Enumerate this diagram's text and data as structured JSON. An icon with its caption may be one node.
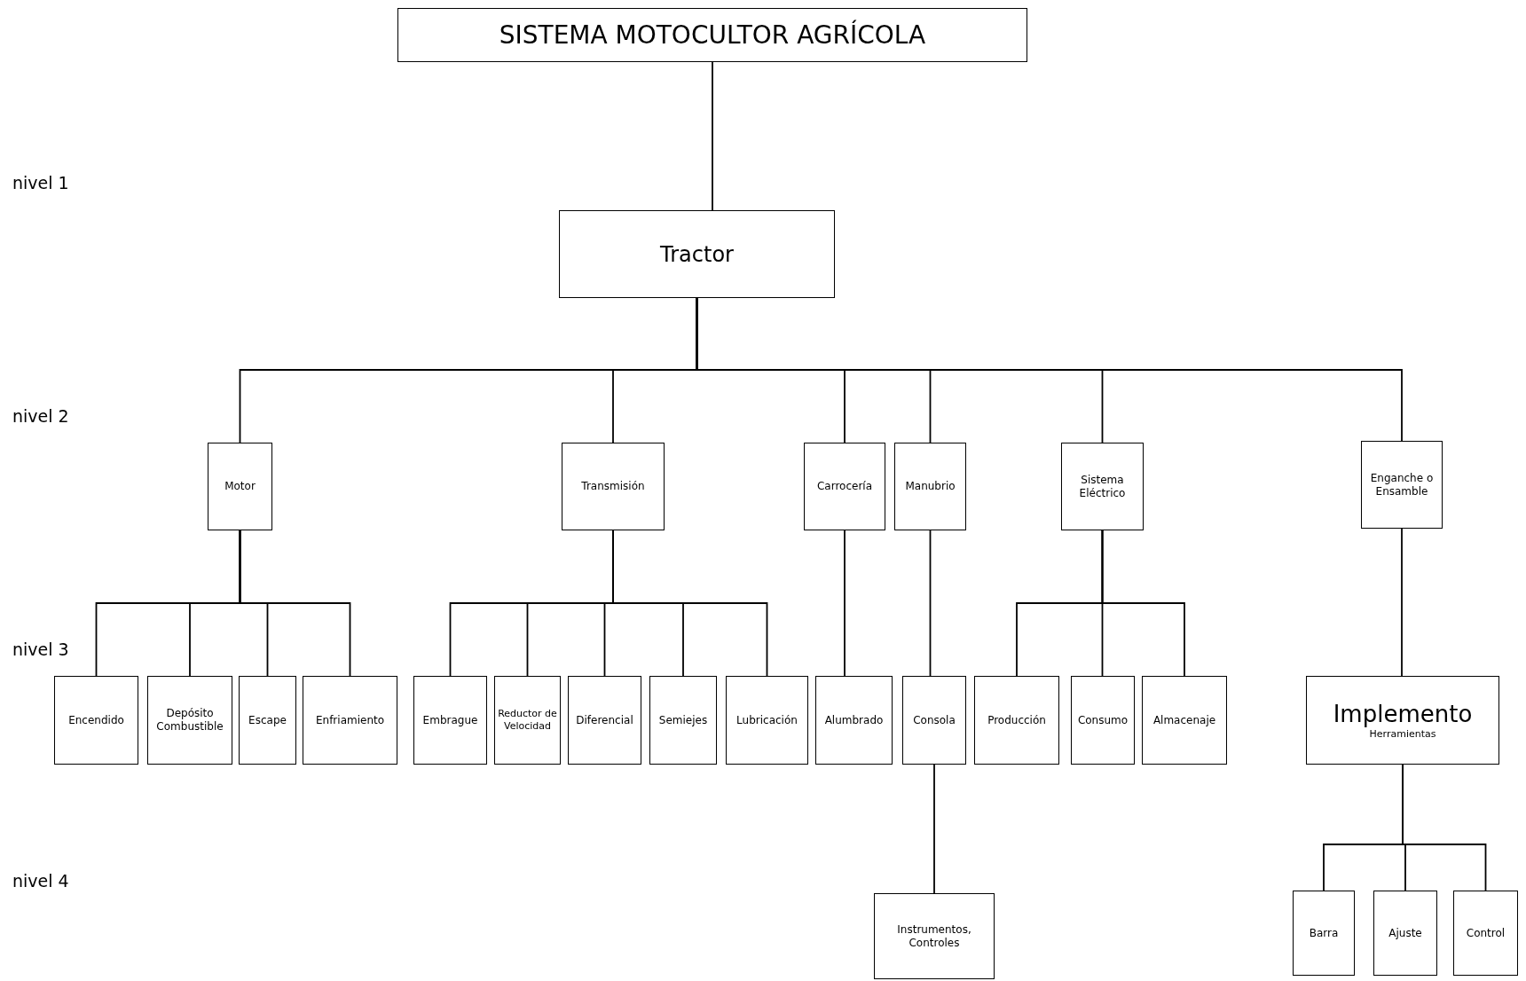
{
  "diagram": {
    "nodes": [
      {
        "text": [
          "SISTEMA MOTOCULTOR AGRÍCOLA"
        ]
      },
      {
        "text": [
          "Tractor"
        ]
      },
      {
        "text": [
          "Motor"
        ]
      },
      {
        "text": [
          "Transmisión"
        ]
      },
      {
        "text": [
          "Carrocería"
        ]
      },
      {
        "text": [
          "Manubrio"
        ]
      },
      {
        "text": [
          "Sistema Eléctrico"
        ]
      },
      {
        "text": [
          "Enganche o Ensamble"
        ]
      },
      {
        "text": [
          "Encendido"
        ]
      },
      {
        "text": [
          "Depósito Combustible"
        ]
      },
      {
        "text": [
          "Escape"
        ]
      },
      {
        "text": [
          "Enfriamiento"
        ]
      },
      {
        "text": [
          "Embrague"
        ]
      },
      {
        "text": [
          "Reductor de Velocidad"
        ]
      },
      {
        "text": [
          "Diferencial"
        ]
      },
      {
        "text": [
          "Semiejes"
        ]
      },
      {
        "text": [
          "Lubricación"
        ]
      },
      {
        "text": [
          "Alumbrado"
        ]
      },
      {
        "text": [
          "Consola"
        ]
      },
      {
        "text": [
          "Producción"
        ]
      },
      {
        "text": [
          "Consumo"
        ]
      },
      {
        "text": [
          "Almacenaje"
        ]
      },
      {
        "text": [
          "Implemento",
          "Herramientas"
        ]
      },
      {
        "text": [
          "Instrumentos, Controles"
        ]
      },
      {
        "text": [
          "Barra"
        ]
      },
      {
        "text": [
          "Ajuste"
        ]
      },
      {
        "text": [
          "Control"
        ]
      }
    ],
    "edges": [
      {
        "from": 0,
        "to": 1,
        "arrow": "none"
      },
      {
        "from": 1,
        "to": 2,
        "arrow": "none"
      },
      {
        "from": 1,
        "to": 3,
        "arrow": "none"
      },
      {
        "from": 1,
        "to": 4,
        "arrow": "none"
      },
      {
        "from": 1,
        "to": 5,
        "arrow": "none"
      },
      {
        "from": 1,
        "to": 6,
        "arrow": "none"
      },
      {
        "from": 1,
        "to": 7,
        "arrow": "none"
      },
      {
        "from": 2,
        "to": 8,
        "arrow": "none"
      },
      {
        "from": 2,
        "to": 9,
        "arrow": "none"
      },
      {
        "from": 2,
        "to": 10,
        "arrow": "none"
      },
      {
        "from": 2,
        "to": 11,
        "arrow": "none"
      },
      {
        "from": 3,
        "to": 12,
        "arrow": "none"
      },
      {
        "from": 3,
        "to": 13,
        "arrow": "none"
      },
      {
        "from": 3,
        "to": 14,
        "arrow": "none"
      },
      {
        "from": 3,
        "to": 15,
        "arrow": "none"
      },
      {
        "from": 3,
        "to": 16,
        "arrow": "none"
      },
      {
        "from": 4,
        "to": 17,
        "arrow": "none"
      },
      {
        "from": 5,
        "to": 18,
        "arrow": "none"
      },
      {
        "from": 6,
        "to": 19,
        "arrow": "none"
      },
      {
        "from": 6,
        "to": 20,
        "arrow": "none"
      },
      {
        "from": 6,
        "to": 21,
        "arrow": "none"
      },
      {
        "from": 7,
        "to": 22,
        "arrow": "none"
      },
      {
        "from": 18,
        "to": 23,
        "arrow": "none"
      },
      {
        "from": 22,
        "to": 24,
        "arrow": "none"
      },
      {
        "from": 22,
        "to": 25,
        "arrow": "none"
      },
      {
        "from": 22,
        "to": 26,
        "arrow": "none"
      }
    ],
    "labels": [
      "nivel 1",
      "nivel 2",
      "nivel 3",
      "nivel 4"
    ]
  }
}
